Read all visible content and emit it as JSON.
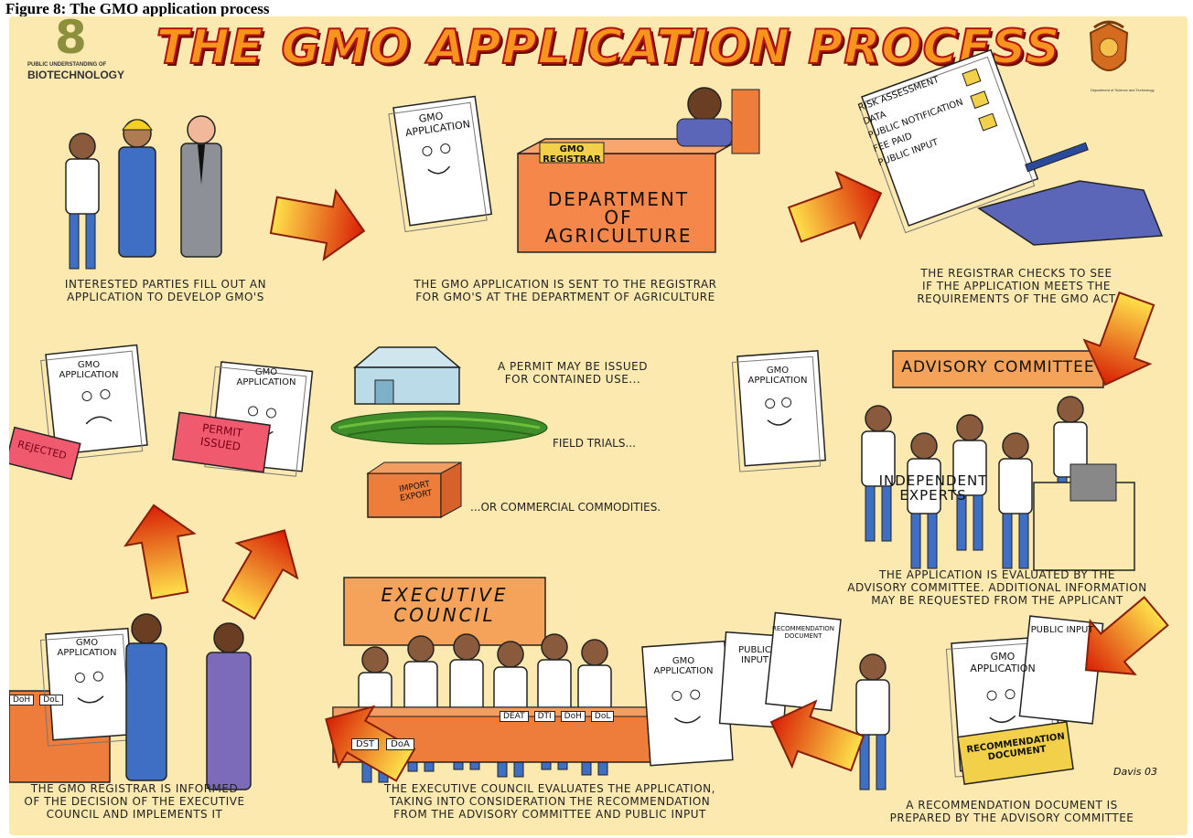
{
  "figure_label": "Figure 8: The GMO application process",
  "title": "THE GMO APPLICATION PROCESS",
  "logos": {
    "left_line1": "PUBLIC UNDERSTANDING OF",
    "left_line2": "BIOTECHNOLOGY",
    "right_line": "Department of Science and Technology"
  },
  "steps": {
    "step1": [
      "INTERESTED PARTIES FILL OUT AN",
      "APPLICATION TO DEVELOP GMO'S"
    ],
    "step2": [
      "THE GMO APPLICATION IS SENT TO THE REGISTRAR",
      "FOR GMO'S AT THE DEPARTMENT OF AGRICULTURE"
    ],
    "step3": [
      "THE REGISTRAR CHECKS TO SEE",
      "IF THE APPLICATION MEETS THE",
      "REQUIREMENTS OF THE GMO ACT"
    ],
    "step4": [
      "THE APPLICATION IS EVALUATED BY THE",
      "ADVISORY COMMITTEE.  ADDITIONAL INFORMATION",
      "MAY BE REQUESTED FROM THE APPLICANT"
    ],
    "step5": [
      "A RECOMMENDATION DOCUMENT IS",
      "PREPARED BY THE ADVISORY COMMITTEE"
    ],
    "step6": [
      "THE EXECUTIVE COUNCIL EVALUATES THE APPLICATION,",
      "TAKING INTO CONSIDERATION THE RECOMMENDATION",
      "FROM THE ADVISORY COMMITTEE AND PUBLIC INPUT"
    ],
    "step7": [
      "THE GMO REGISTRAR IS INFORMED",
      "OF THE DECISION OF THE EXECUTIVE",
      "COUNCIL AND IMPLEMENTS IT"
    ]
  },
  "permits": {
    "contained": [
      "A PERMIT MAY BE ISSUED",
      "FOR CONTAINED USE..."
    ],
    "field": "FIELD TRIALS...",
    "commercial": "...OR COMMERCIAL COMMODITIES."
  },
  "signs": {
    "gmo_application": "GMO APPLICATION",
    "gmo_registrar": "GMO REGISTRAR",
    "department": [
      "DEPARTMENT",
      "OF",
      "AGRICULTURE"
    ],
    "checklist": [
      "RISK ASSESSMENT",
      "DATA",
      "PUBLIC NOTIFICATION",
      "FEE PAID",
      "PUBLIC INPUT"
    ],
    "advisory_committee": "ADVISORY COMMITTEE",
    "independent_experts": [
      "INDEPENDENT",
      "EXPERTS"
    ],
    "rejected": "REJECTED",
    "permit_issued": [
      "PERMIT",
      "ISSUED"
    ],
    "import_export": [
      "IMPORT",
      "EXPORT"
    ],
    "executive_council": [
      "EXECUTIVE",
      "COUNCIL"
    ],
    "council_tags_back": [
      "DEAT",
      "DTI",
      "DoH",
      "DoL"
    ],
    "council_tags_front": [
      "DST",
      "DoA"
    ],
    "registrar_tags": [
      "DoH",
      "DoL"
    ],
    "public_input": "PUBLIC INPUT",
    "recommendation_document": "RECOMMENDATION DOCUMENT",
    "artist_signature": "Davis 03"
  },
  "colors": {
    "background": "#fbe9b0",
    "arrow_start": "#ffe14a",
    "arrow_end": "#d81e05",
    "sign_orange": "#f5a25a",
    "sign_pink": "#ef5a6f"
  }
}
